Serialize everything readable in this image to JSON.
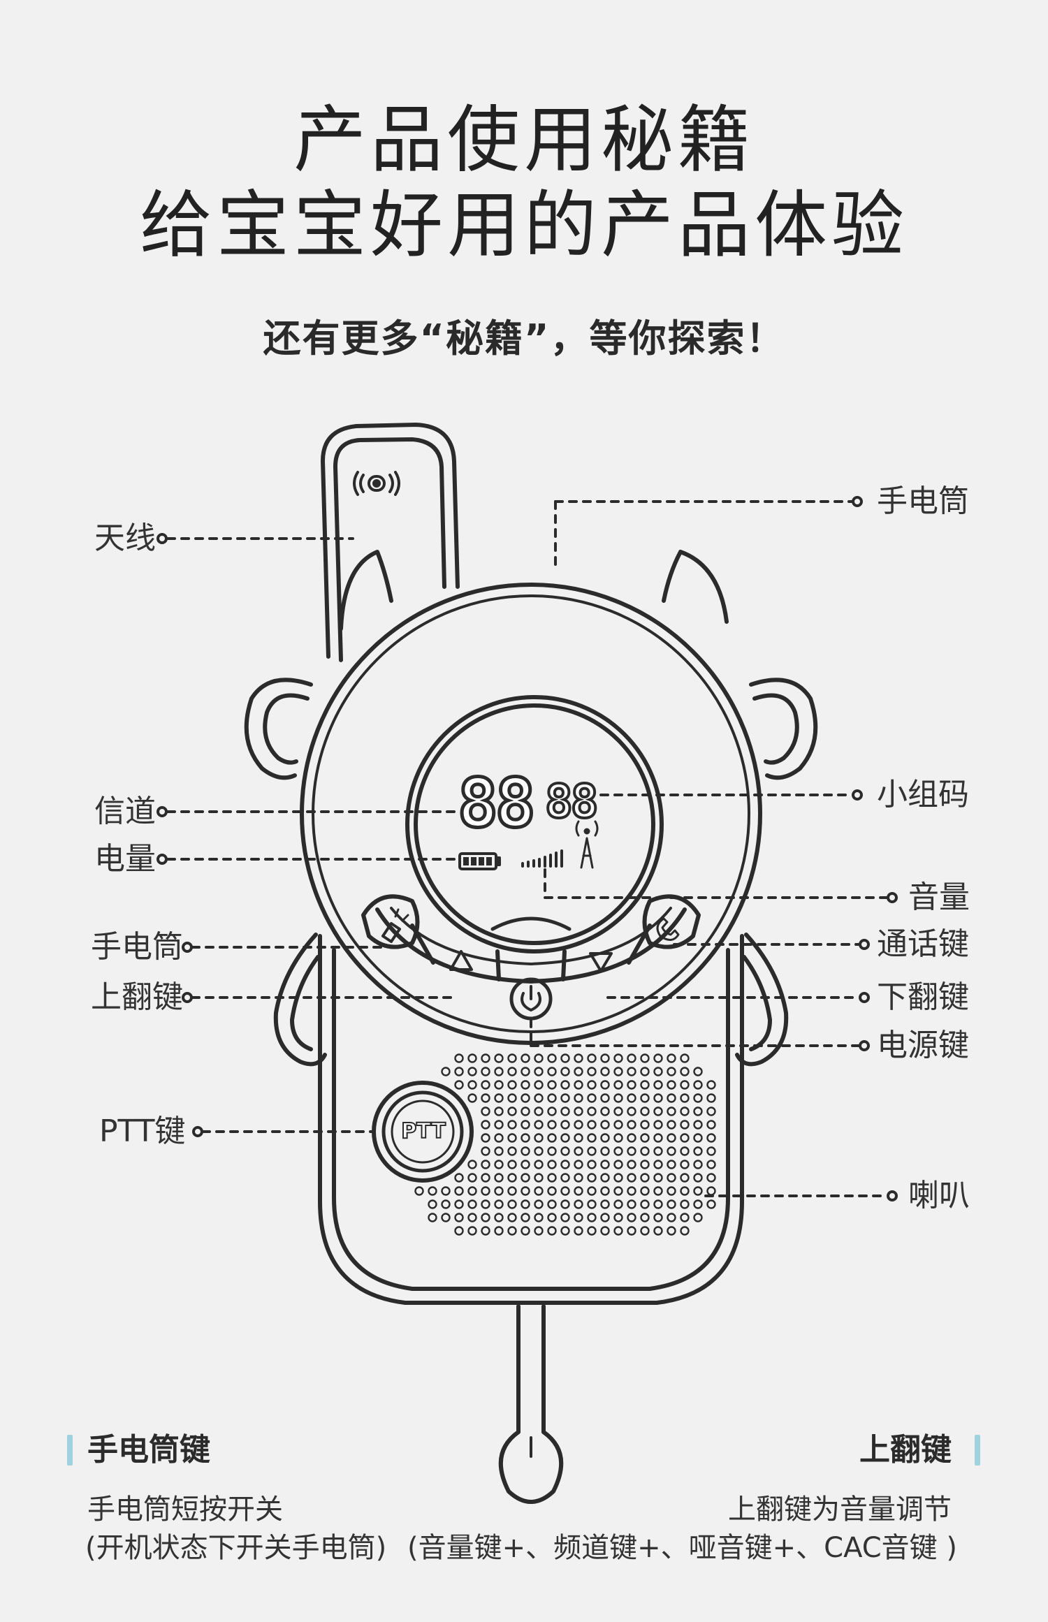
{
  "header": {
    "title_line1": "产品使用秘籍",
    "title_line2": "给宝宝好用的产品体验",
    "subtitle": "还有更多“秘籍”，等你探索！"
  },
  "device": {
    "lcd_digits_main": "88",
    "lcd_digits_small": "88",
    "ptt_label": "PTT"
  },
  "callouts": {
    "antenna": "天线",
    "flashlight_top": "手电筒",
    "channel": "信道",
    "group_code": "小组码",
    "battery": "电量",
    "volume": "音量",
    "flashlight_btn": "手电筒",
    "call_key": "通话键",
    "up_key": "上翻键",
    "down_key": "下翻键",
    "power_key": "电源键",
    "ptt_key": "PTT键",
    "speaker": "喇叭"
  },
  "notes": {
    "left": {
      "heading": "手电筒键",
      "line1": "手电筒短按开关",
      "line2": "(开机状态下开关手电筒)"
    },
    "right": {
      "heading": "上翻键",
      "line1": "上翻键为音量调节",
      "line2": "(音量键+、频道键+、哑音键+、CAC音键 )"
    }
  },
  "colors": {
    "background": "#f1f1f1",
    "line": "#2b2b2b",
    "accent_bar": "#9fd1df"
  }
}
